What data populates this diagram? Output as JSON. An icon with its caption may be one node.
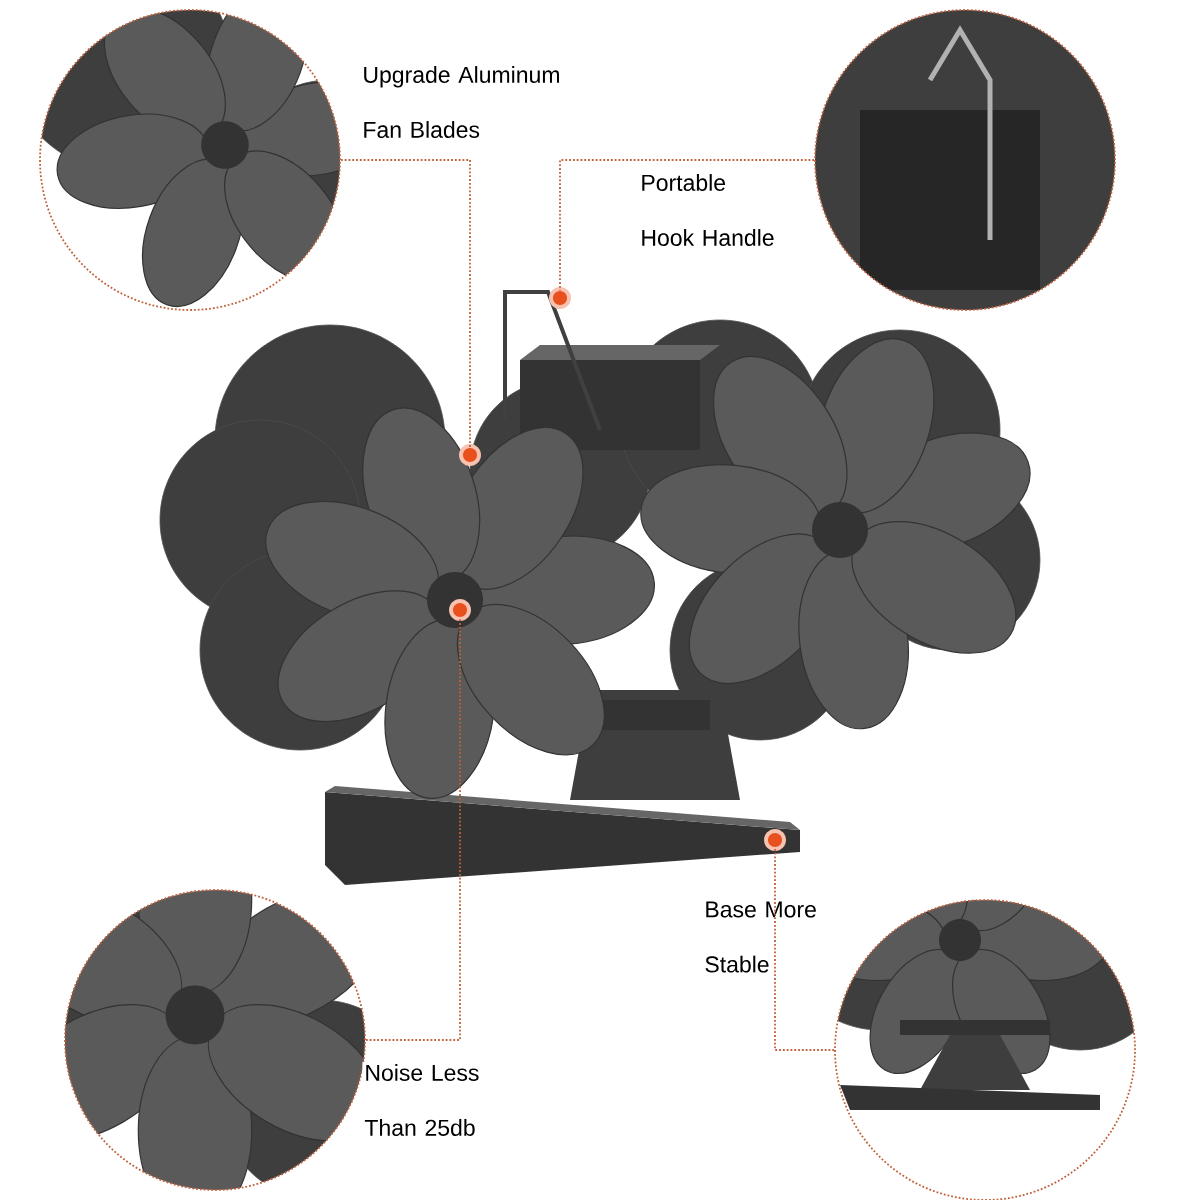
{
  "diagram": {
    "nodes": [
      {
        "text": [],
        "shape": "picture"
      },
      {
        "text": [],
        "shape": "picture",
        "beside": [
          "Upgrade Aluminum Fan Blades"
        ]
      },
      {
        "text": [],
        "shape": "picture",
        "beside": [
          "Portable Hook Handle"
        ]
      },
      {
        "text": [],
        "shape": "picture",
        "beside": [
          "Noise Less Than 25db"
        ]
      },
      {
        "text": [],
        "shape": "picture",
        "beside": [
          "Base More Stable"
        ]
      },
      {
        "text": [],
        "shape": "circle",
        "in": 0
      },
      {
        "text": [],
        "shape": "circle",
        "in": 0
      },
      {
        "text": [],
        "shape": "circle",
        "in": 0
      },
      {
        "text": [],
        "shape": "circle",
        "in": 0
      }
    ],
    "edges": [
      {
        "from": 1,
        "to": 5,
        "arrow": "none",
        "style": "dashed"
      },
      {
        "from": 2,
        "to": 6,
        "arrow": "none",
        "style": "dashed"
      },
      {
        "from": 3,
        "to": 7,
        "arrow": "none",
        "style": "dashed"
      },
      {
        "from": 4,
        "to": 8,
        "arrow": "none",
        "style": "dashed"
      }
    ]
  }
}
